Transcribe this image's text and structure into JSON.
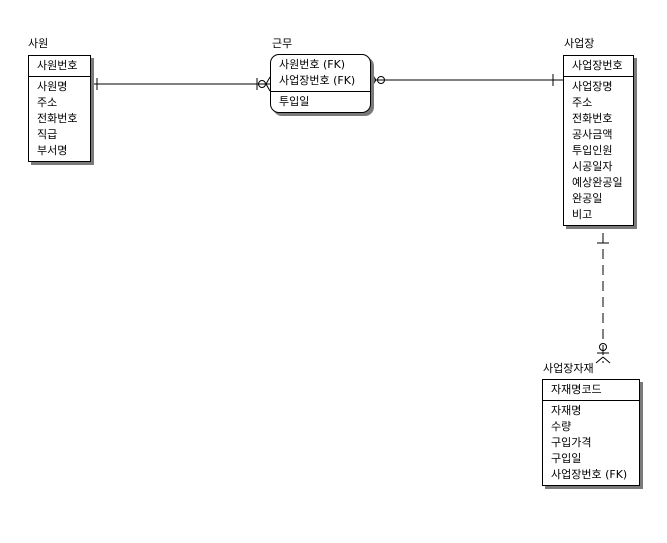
{
  "entities": {
    "employee": {
      "title": "사원",
      "pk": [
        "사원번호"
      ],
      "attrs": [
        "사원명",
        "주소",
        "전화번호",
        "직급",
        "부서명"
      ]
    },
    "work": {
      "title": "근무",
      "pk": [
        "사원번호 (FK)",
        "사업장번호 (FK)"
      ],
      "attrs": [
        "투입일"
      ]
    },
    "site": {
      "title": "사업장",
      "pk": [
        "사업장번호"
      ],
      "attrs": [
        "사업장명",
        "주소",
        "전화번호",
        "공사금액",
        "투입인원",
        "시공일자",
        "예상완공일",
        "완공일",
        "비고"
      ]
    },
    "site_material": {
      "title": "사업장자재",
      "pk": [
        "자재명코드"
      ],
      "attrs": [
        "자재명",
        "수량",
        "구입가격",
        "구입일",
        "사업장번호 (FK)"
      ]
    }
  }
}
